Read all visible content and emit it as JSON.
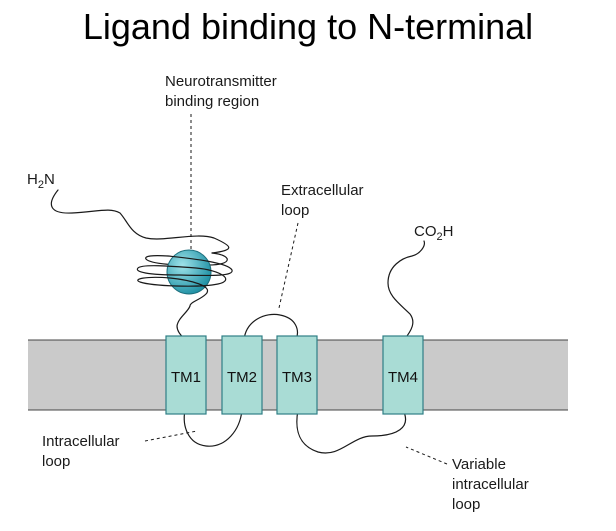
{
  "title": "Ligand binding to N-terminal",
  "colors": {
    "membrane": "#cacaca",
    "helix_fill": "#a9dcd5",
    "helix_stroke": "#2f7f86",
    "ligand_light": "#9fe3ea",
    "ligand_dark": "#1d8fa3",
    "line": "#1a1a1a"
  },
  "labels": {
    "binding_region": [
      "Neurotransmitter",
      "binding region"
    ],
    "extracellular_loop": [
      "Extracellular",
      "loop"
    ],
    "intracellular_loop": [
      "Intracellular",
      "loop"
    ],
    "variable_loop": [
      "Variable",
      "intracellular",
      "loop"
    ],
    "n_terminus": {
      "main": "H",
      "sub": "2",
      "tail": "N"
    },
    "c_terminus": {
      "main": "CO",
      "sub": "2",
      "tail": "H"
    }
  },
  "helices": [
    "TM1",
    "TM2",
    "TM3",
    "TM4"
  ]
}
